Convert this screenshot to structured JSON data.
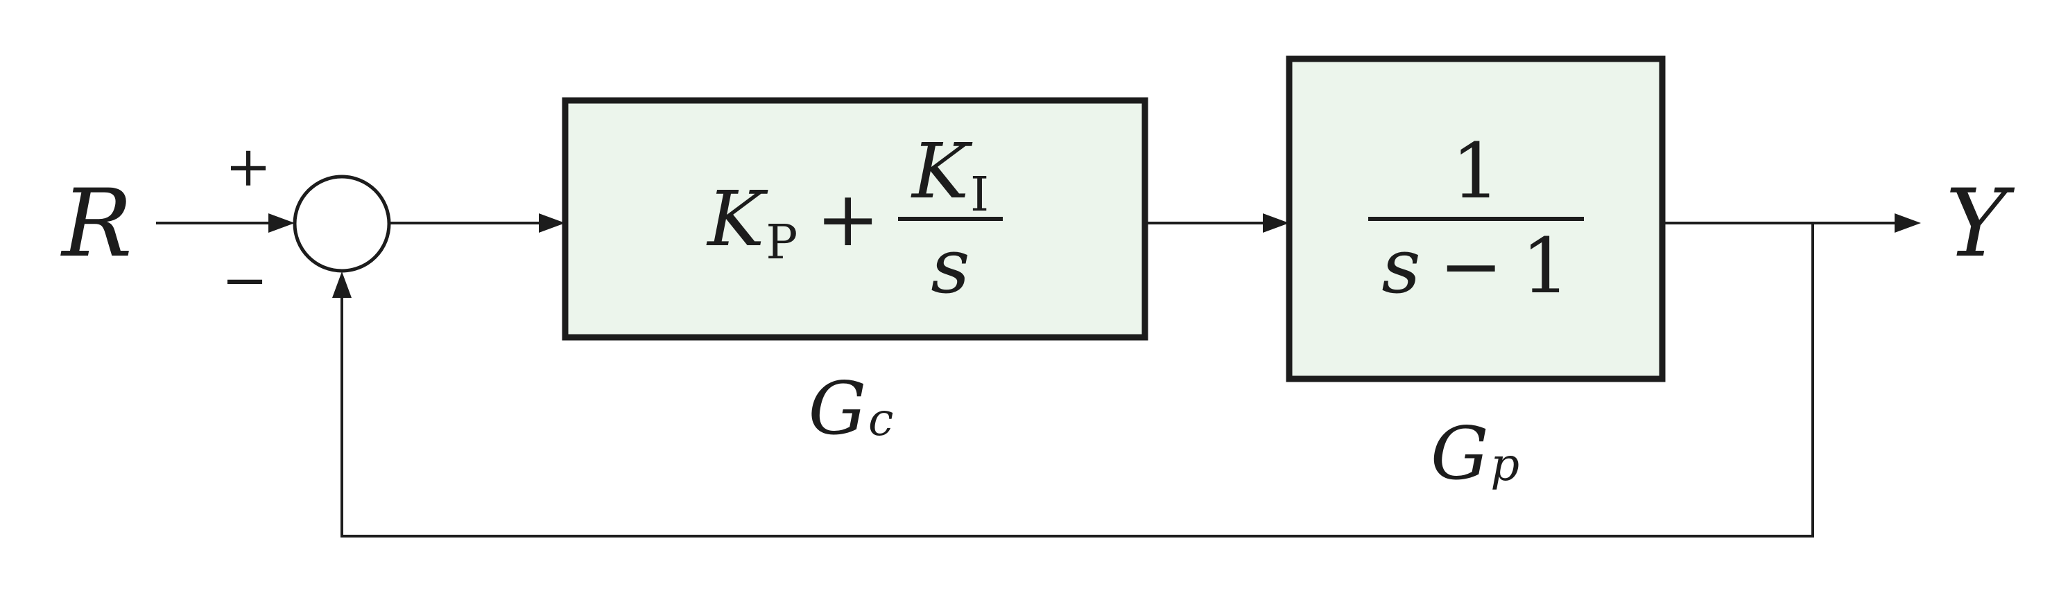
{
  "diagram": {
    "input_label": "R",
    "output_label": "Y",
    "summing_junction": {
      "plus_sign": "+",
      "minus_sign": "−"
    },
    "controller_block": {
      "kp_base": "K",
      "kp_sub": "P",
      "operator": "+",
      "ki_base": "K",
      "ki_sub": "I",
      "frac_denominator": "s",
      "label_base": "G",
      "label_sub": "c"
    },
    "plant_block": {
      "frac_numerator": "1",
      "den_variable": "s",
      "den_operator": "−",
      "den_constant": "1",
      "label_base": "G",
      "label_sub": "p"
    },
    "colors": {
      "block_fill": "#ecf5ec",
      "block_border": "#1c1c1c",
      "wire": "#1c1c1c"
    }
  }
}
